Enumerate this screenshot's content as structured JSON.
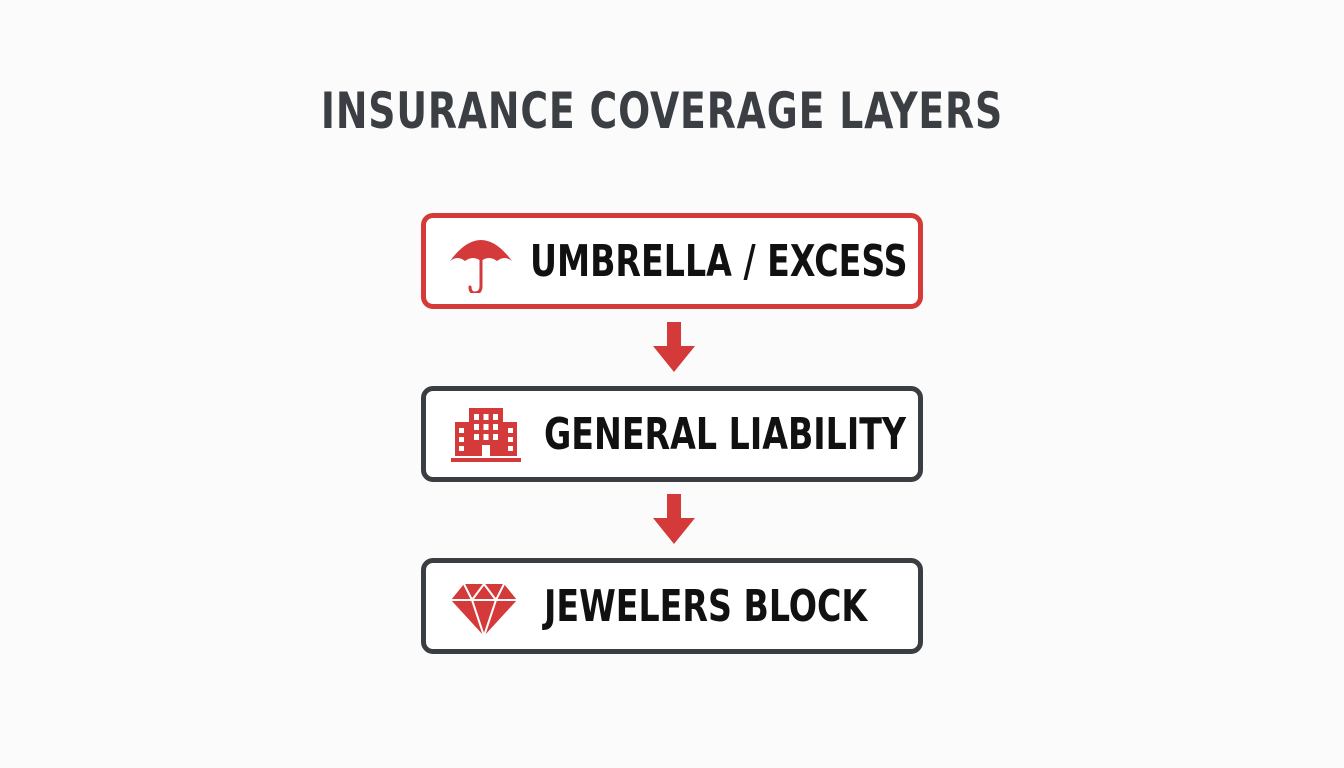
{
  "title": "INSURANCE COVERAGE LAYERS",
  "layers": [
    {
      "label": "UMBRELLA / EXCESS",
      "icon": "umbrella-icon"
    },
    {
      "label": "GENERAL LIABILITY",
      "icon": "building-icon"
    },
    {
      "label": "JEWELERS BLOCK",
      "icon": "diamond-icon"
    }
  ],
  "colors": {
    "accent": "#d43a3a",
    "border_dark": "#3a3d42",
    "title": "#3b3f44",
    "text": "#111111",
    "background": "#fbfbfb"
  }
}
